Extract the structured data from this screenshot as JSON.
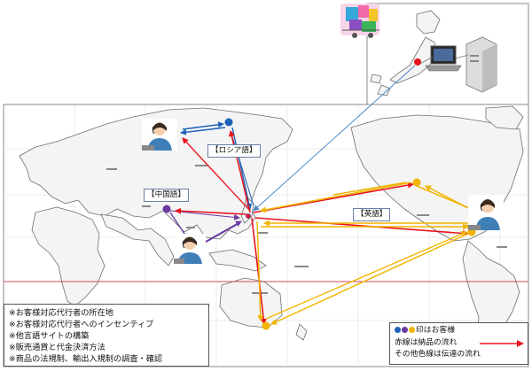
{
  "labels": {
    "russian": "【ロシア語】",
    "chinese": "【中国語】",
    "english": "【英語】"
  },
  "notes": [
    "※お客様対応代行者の所在地",
    "※お客様対応代行者へのインセンティブ",
    "※他言語サイトの構築",
    "※販売通貨と代金決済方法",
    "※商品の法規制、輸出入規制の調査・確認"
  ],
  "legend": {
    "customers": "印はお客様",
    "red_line": "赤線は納品の流れ",
    "other_line": "その他色線は伝達の流れ"
  },
  "colors": {
    "delivery": "#e8141e",
    "russia_comm": "#1e62b8",
    "china_comm": "#6a3aa0",
    "english_comm": "#f2b400",
    "japan_link": "#4a86c8",
    "equator": "#d44a5a",
    "map_border": "#7a7a7a",
    "map_fill": "#f7f7f7"
  }
}
